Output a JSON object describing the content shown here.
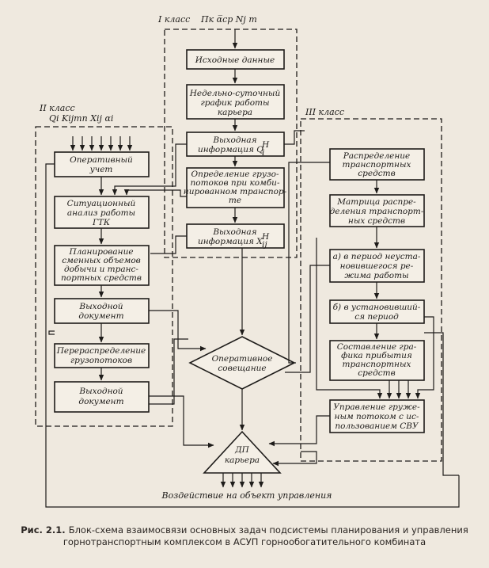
{
  "class1": {
    "title": "I класс",
    "params": "Пк α̅ср Nj   m"
  },
  "class2": {
    "title": "II класс",
    "params": "Qi Kijmn Xij αi"
  },
  "class3": {
    "title": "III класс"
  },
  "col1": {
    "b1": [
      "Исходные данные"
    ],
    "b2": [
      "Недельно-суточный",
      "график работы",
      "карьера"
    ],
    "b3": [
      "Выходная",
      "информация Q",
      "H",
      "i"
    ],
    "b4": [
      "Определение грузо-",
      "потоков при комби-",
      "нированном транспор-",
      "те"
    ],
    "b5": [
      "Выходная",
      "информация X",
      "H",
      "ij"
    ]
  },
  "col2": {
    "b1": [
      "Оперативный",
      "учет"
    ],
    "b2": [
      "Ситуационный",
      "анализ работы",
      "ГТК"
    ],
    "b3": [
      "Планирование",
      "сменных объемов",
      "добычи и транс-",
      "портных средств"
    ],
    "b4": [
      "Выходной",
      "документ"
    ],
    "b5": [
      "Перераспределение",
      "грузопотоков"
    ],
    "b6": [
      "Выходной",
      "документ"
    ]
  },
  "col3": {
    "b1": [
      "Распределение",
      "транспортных",
      "средств"
    ],
    "b2": [
      "Матрица распре-",
      "деления транспорт-",
      "ных средств"
    ],
    "b3": [
      "а) в период неуста-",
      "новившегося ре-",
      "жима работы"
    ],
    "b4": [
      "б) в установивший-",
      "ся период"
    ],
    "b5": [
      "Составление гра-",
      "фика прибытия",
      "транспортных",
      "средств"
    ],
    "b6": [
      "Управление груже-",
      "ным потоком с ис-",
      "пользованием СВУ"
    ]
  },
  "meeting": [
    "Оперативное",
    "совещание"
  ],
  "dp": [
    "ДП",
    "карьера"
  ],
  "impact": "Воздействие на объект управления",
  "caption": {
    "label": "Рис. 2.1.",
    "text": "Блок-схема взаимосвязи основных задач подсистемы планирования и управления горнотранспортным комплексом в АСУП горнообогатительного комбината"
  }
}
